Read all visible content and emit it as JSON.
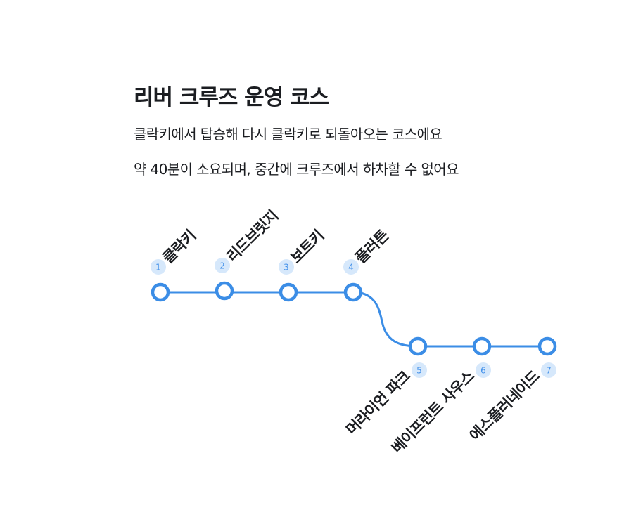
{
  "course": {
    "title": "리버 크루즈 운영 코스",
    "description_line1": "클락키에서 탑승해 다시 클락키로 되돌아오는 코스에요",
    "description_line2": "약 40분이 소요되며, 중간에 크루즈에서 하차할 수 없어요"
  },
  "colors": {
    "route_line": "#3b8de6",
    "stop_fill": "#ffffff",
    "badge_bg": "#d6e8fb",
    "badge_text": "#4592ea",
    "text": "#1b1d21"
  },
  "stops": [
    {
      "number": "1",
      "name": "클락키"
    },
    {
      "number": "2",
      "name": "리드브릿지"
    },
    {
      "number": "3",
      "name": "보트키"
    },
    {
      "number": "4",
      "name": "풀러튼"
    },
    {
      "number": "5",
      "name": "머라이언 파크"
    },
    {
      "number": "6",
      "name": "베이프런트 사우스"
    },
    {
      "number": "7",
      "name": "에스플러네이드"
    }
  ]
}
